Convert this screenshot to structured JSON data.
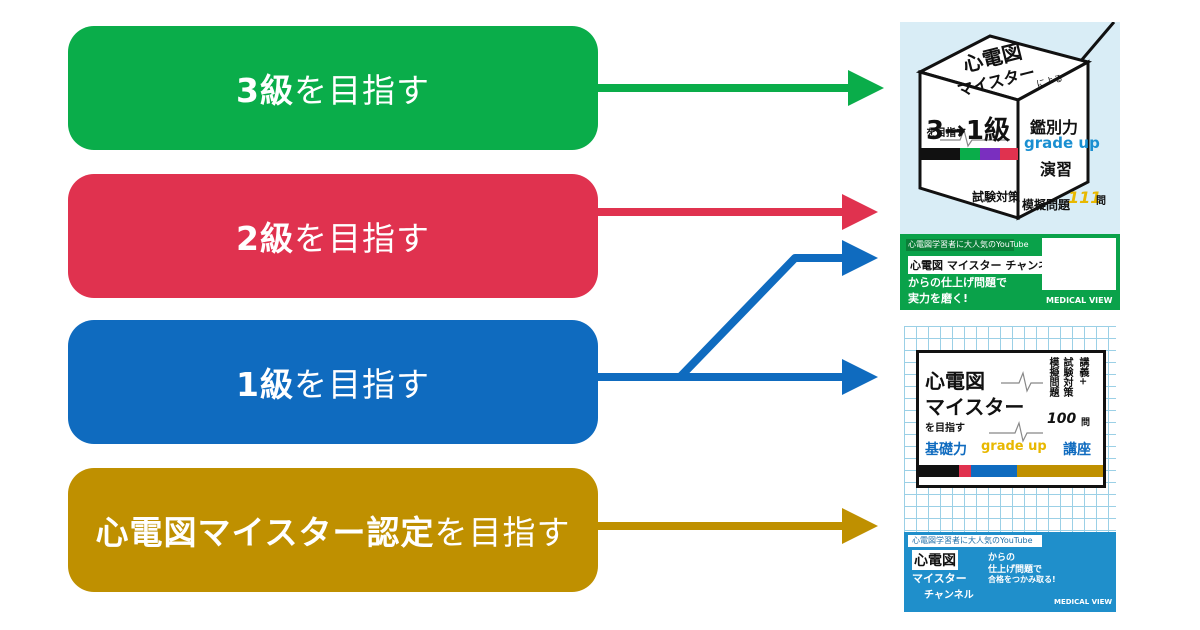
{
  "goals": [
    {
      "bold": "3級",
      "rest": "を目指す"
    },
    {
      "bold": "2級",
      "rest": "を目指す"
    },
    {
      "bold": "1級",
      "rest": "を目指す"
    },
    {
      "bold": "心電図マイスター認定",
      "rest": "を目指す"
    }
  ],
  "colors": {
    "green": "#0aad4a",
    "red": "#e0324f",
    "blue": "#0f6bbf",
    "gold": "#bf9000"
  },
  "book1": {
    "title": "心電図",
    "subtitle": "マイスター",
    "by": "による",
    "levels": "3→1級",
    "goal": "を目指す",
    "skill": "鑑別力",
    "gradeup": "grade up",
    "practice": "演習",
    "exam": "試験対策",
    "mock": "模擬問題",
    "count": "111",
    "count_unit": "問",
    "band_lead": "心電図学習者に大人気のYouTube",
    "channel": "心電図 マイスター チャンネル",
    "from": "からの仕上げ問題で",
    "power": "実力を磨く!",
    "publisher": "MEDICAL VIEW"
  },
  "book2": {
    "title": "心電図",
    "subtitle": "マイスター",
    "goal": "を目指す",
    "side1": "模擬問題",
    "side2": "試験対策",
    "side3": "講義+",
    "count": "100",
    "count_unit": "問",
    "basic": "基礎力",
    "gradeup": "grade up",
    "course": "講座",
    "band_lead": "心電図学習者に大人気のYouTube",
    "channel1": "心電図",
    "channel2": "マイスター",
    "channel3": "チャンネル",
    "from": "からの",
    "finish": "仕上げ問題で",
    "pass": "合格をつかみ取る!",
    "publisher": "MEDICAL VIEW"
  }
}
